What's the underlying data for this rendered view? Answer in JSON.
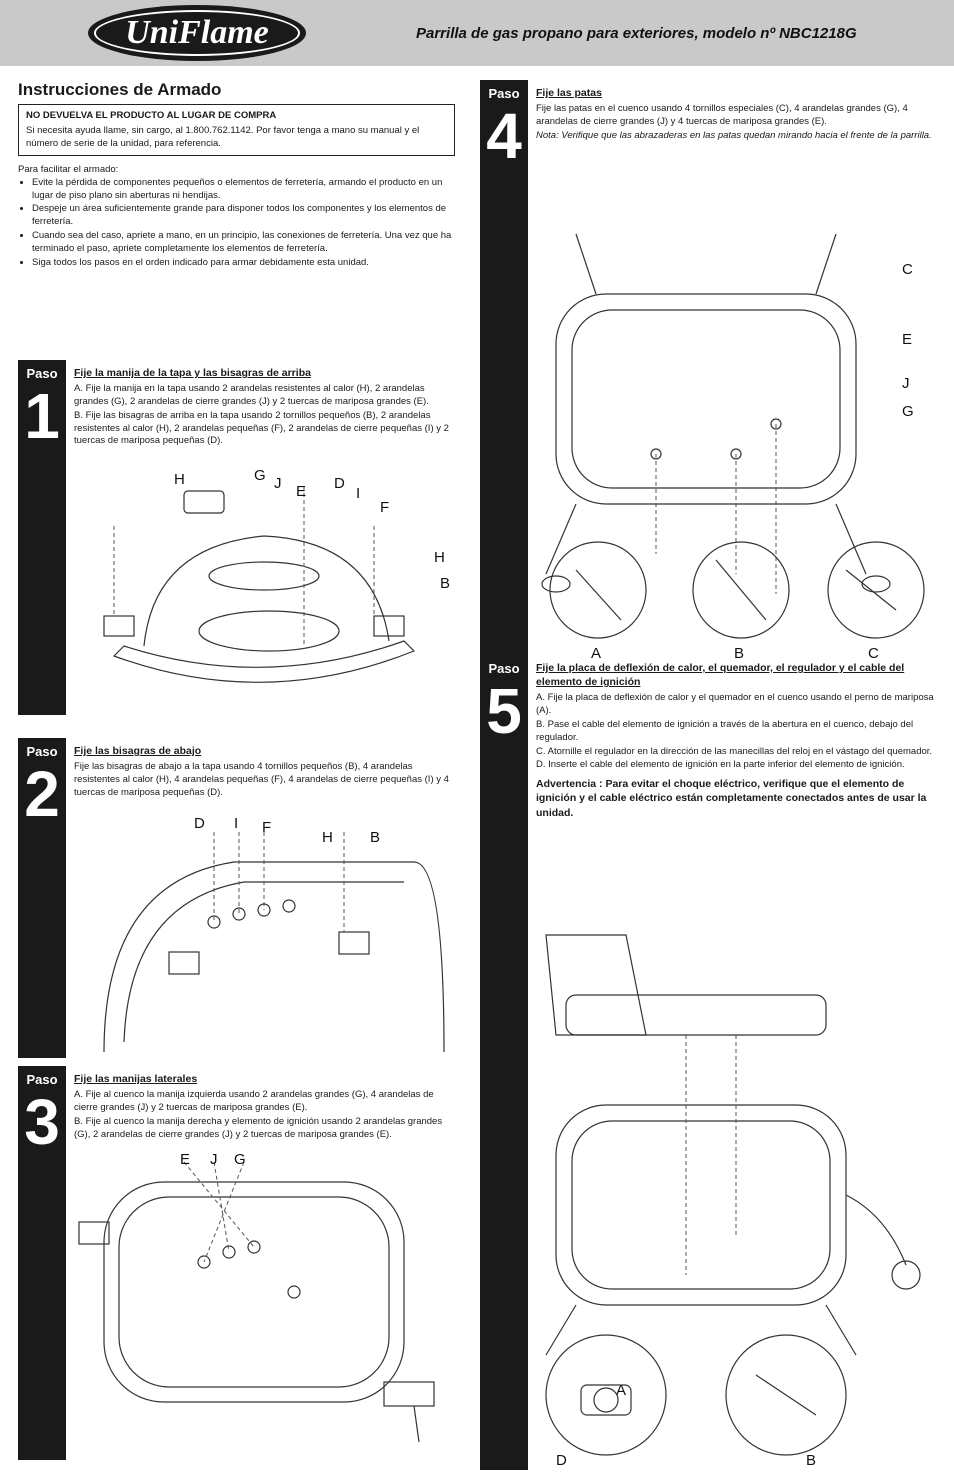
{
  "header": {
    "logo_text": "UniFlame",
    "title": "Parrilla de gas propano para exteriores, modelo nº NBC1218G"
  },
  "page_title": "Instrucciones de Armado",
  "notice": {
    "heading": "NO DEVUELVA EL PRODUCTO AL LUGAR DE COMPRA",
    "text": "Si necesita ayuda llame, sin cargo, al 1.800.762.1142. Por favor tenga a mano su manual y el número de serie de la unidad, para referencia."
  },
  "intro": {
    "lead": "Para facilitar el armado:",
    "bullets": [
      "Evite la pérdida de componentes pequeños o elementos de ferretería, armando el producto en un lugar de piso plano sin aberturas ni hendijas.",
      "Despeje un área suficientemente grande para disponer todos los componentes y los elementos de ferretería.",
      "Cuando sea del caso, apriete a mano, en un principio, las conexiones de ferretería. Una vez que ha terminado el paso, apriete completamente los elementos de ferretería.",
      "Siga todos los pasos en el orden indicado para armar debidamente esta unidad."
    ]
  },
  "steps": [
    {
      "paso": "Paso",
      "num": "1",
      "title": "Fije la manija de la tapa y las bisagras de arriba",
      "lines": [
        "A. Fije la manija en la tapa usando 2 arandelas resistentes al calor (H), 2 arandelas grandes (G), 2 arandelas de cierre grandes (J) y 2 tuercas de mariposa grandes (E).",
        "B. Fije las bisagras de arriba en la tapa usando 2 tornillos pequeños (B), 2 arandelas resistentes al calor (H), 2 arandelas pequeñas (F), 2 arandelas de cierre pequeñas (I) y 2 tuercas de mariposa pequeñas (D)."
      ],
      "labels": [
        "H",
        "G",
        "J",
        "E",
        "D",
        "I",
        "F",
        "H",
        "B"
      ]
    },
    {
      "paso": "Paso",
      "num": "2",
      "title": "Fije las bisagras de abajo",
      "lines": [
        "Fije las bisagras de abajo a la tapa usando 4 tornillos pequeños (B), 4 arandelas resistentes al calor (H), 4 arandelas pequeñas (F), 4 arandelas de cierre pequeñas (I) y 4 tuercas de mariposa pequeñas (D)."
      ],
      "labels": [
        "D",
        "I",
        "F",
        "H",
        "B"
      ]
    },
    {
      "paso": "Paso",
      "num": "3",
      "title": "Fije las manijas laterales",
      "lines": [
        "A. Fije al cuenco la manija izquierda usando 2 arandelas grandes (G), 4 arandelas de cierre grandes (J) y 2 tuercas de mariposa grandes (E).",
        "B. Fije al cuenco la manija derecha y elemento de ignición usando 2 arandelas grandes (G), 2 arandelas de cierre grandes (J) y 2 tuercas de mariposa grandes (E)."
      ],
      "labels": [
        "G",
        "J",
        "E"
      ]
    },
    {
      "paso": "Paso",
      "num": "4",
      "title": "Fije las patas",
      "lines": [
        "Fije las patas en el cuenco usando 4 tornillos especiales (C), 4 arandelas grandes (G), 4 arandelas de cierre grandes (J) y 4 tuercas de mariposa grandes (E).",
        "Nota: Verifique que las abrazaderas en las patas quedan mirando hacia el frente de la parrilla."
      ],
      "labels": [
        "C",
        "G",
        "J",
        "E",
        "C",
        "B",
        "A"
      ]
    },
    {
      "paso": "Paso",
      "num": "5",
      "title": "Fije la placa de deflexión de calor, el quemador, el regulador y el cable del elemento de ignición",
      "lines": [
        "A. Fije la placa de deflexión de calor y el quemador en el cuenco usando el perno de mariposa (A).",
        "B. Pase el cable del elemento de ignición a través de la abertura en el cuenco, debajo del regulador.",
        "C. Atornille el regulador en la dirección de las manecillas del reloj en el vástago del quemador.",
        "D. Inserte el cable del elemento de ignición en la parte inferior del elemento de ignición."
      ],
      "warning": "Advertencia : Para evitar el choque eléctrico, verifique que el elemento de ignición y el cable eléctrico están completamente conectados antes de usar la unidad.",
      "labels": [
        "A",
        "B",
        "D"
      ]
    }
  ]
}
